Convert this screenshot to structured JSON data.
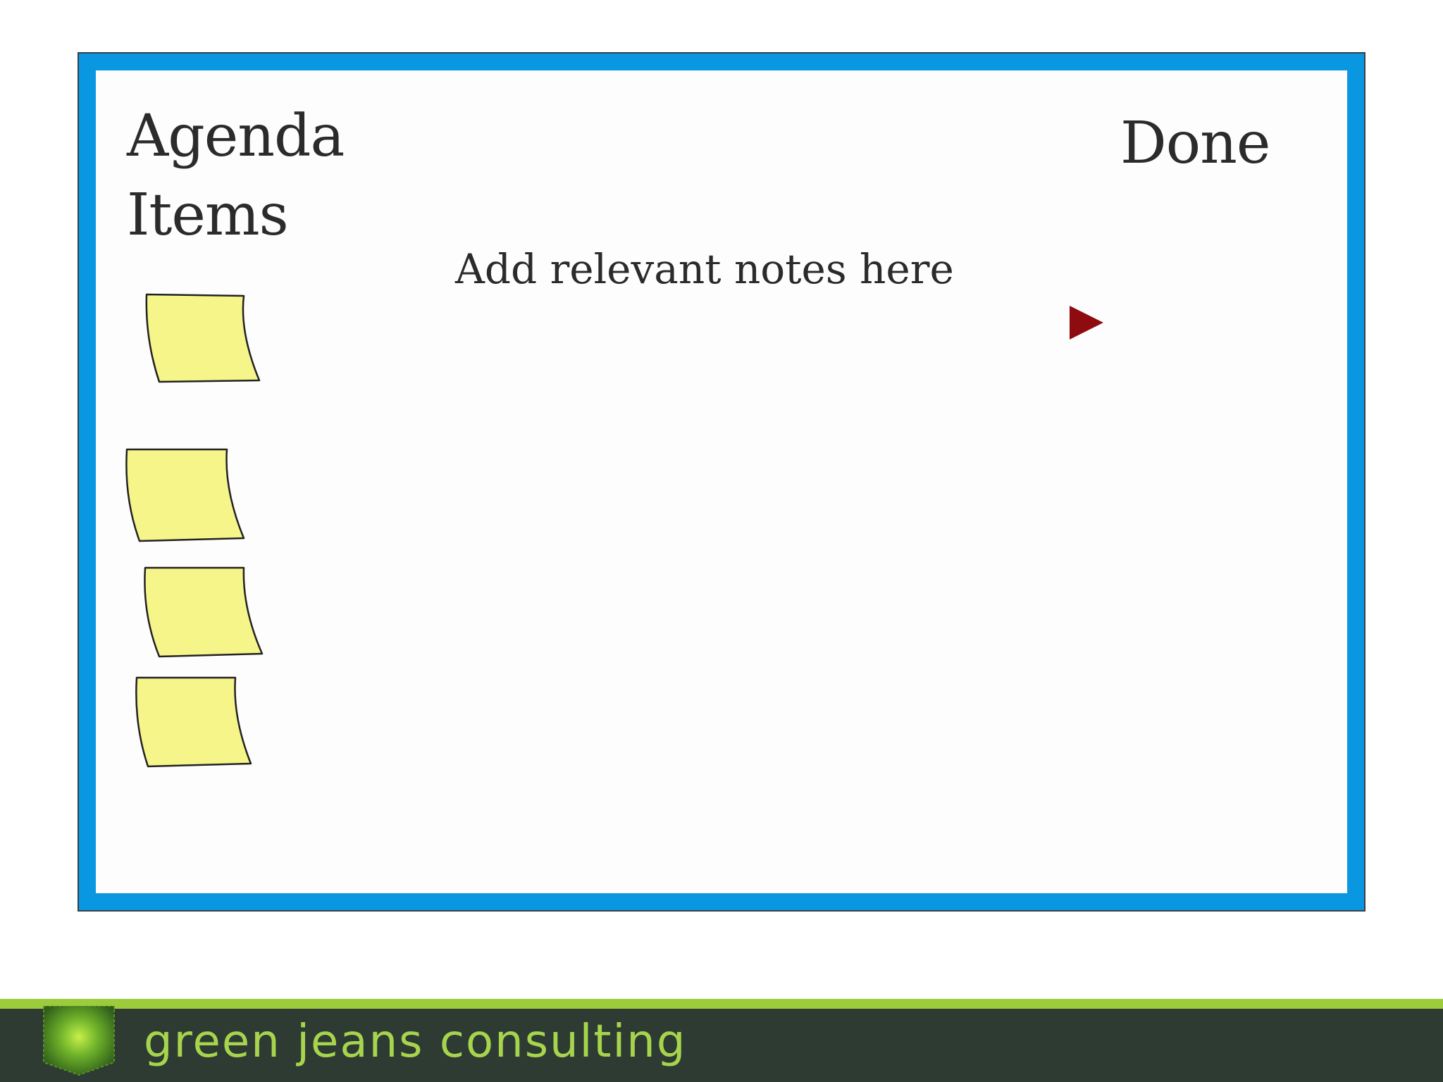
{
  "board": {
    "agenda_title": "Agenda\nItems",
    "done_title": "Done",
    "notes_label": "Add relevant notes here",
    "sticky_notes": [
      {
        "label": ""
      },
      {
        "label": ""
      },
      {
        "label": ""
      },
      {
        "label": ""
      }
    ]
  },
  "footer": {
    "brand": "green jeans consulting"
  },
  "colors": {
    "board_border": "#0a97e2",
    "sticky_fill": "#f6f58a",
    "arrow": "#a3121e",
    "footer_bg": "#2e3b33",
    "footer_stripe": "#9ccb3b",
    "brand_text": "#a7d44d"
  },
  "icons": {
    "arrow": "right-arrow-icon",
    "logo": "green-pocket-logo-icon"
  }
}
